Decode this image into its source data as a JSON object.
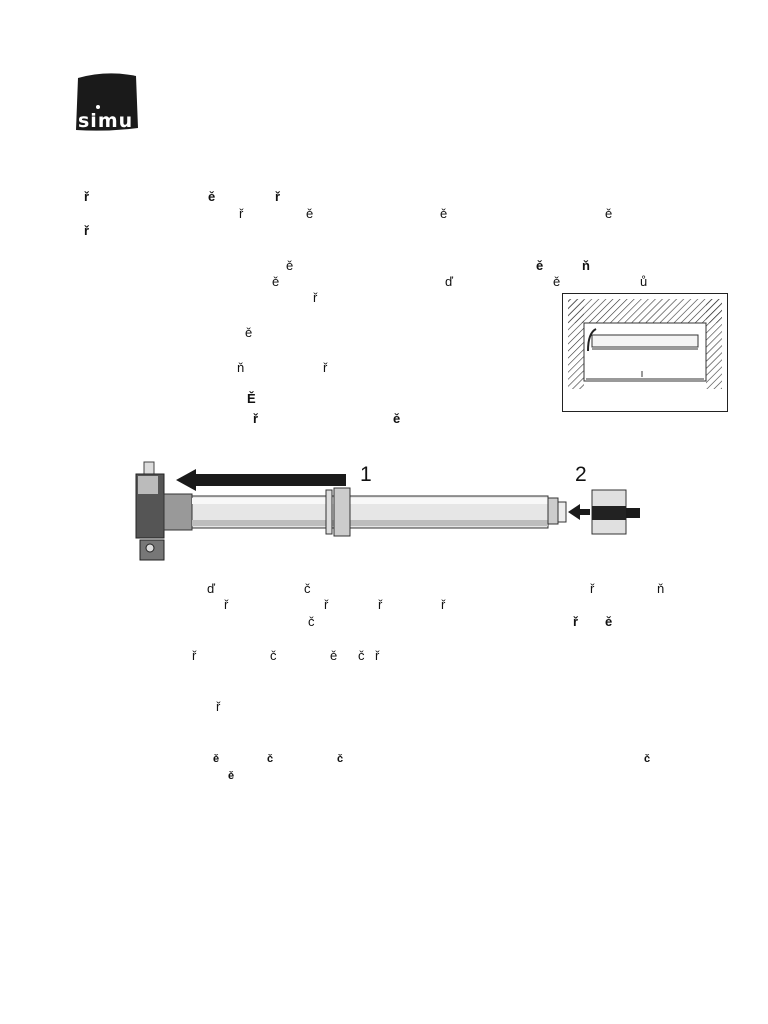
{
  "brand": {
    "logo_text": "simu"
  },
  "intro": [
    {
      "t": "ř"
    },
    {
      "t": "ě"
    },
    {
      "t": "ř"
    },
    {
      "t": "ř"
    },
    {
      "t": "ě"
    },
    {
      "t": "ě"
    },
    {
      "t": "ě"
    },
    {
      "t": "ř"
    }
  ],
  "notes": [
    {
      "t": "ě"
    },
    {
      "t": "ě"
    },
    {
      "t": "ň"
    },
    {
      "t": "ě"
    },
    {
      "t": "ď"
    },
    {
      "t": "ě"
    },
    {
      "t": "ů"
    },
    {
      "t": "ř"
    },
    {
      "t": "ě"
    },
    {
      "t": "ň"
    },
    {
      "t": "ř"
    },
    {
      "t": "Ě"
    },
    {
      "t": "ř"
    },
    {
      "t": "ě"
    }
  ],
  "figure": {
    "step1": "1",
    "step2": "2"
  },
  "steps": [
    {
      "t": "ď"
    },
    {
      "t": "č"
    },
    {
      "t": "ř"
    },
    {
      "t": "ň"
    },
    {
      "t": "ř"
    },
    {
      "t": "ř"
    },
    {
      "t": "ř"
    },
    {
      "t": "ř"
    },
    {
      "t": "č"
    },
    {
      "t": "ř"
    },
    {
      "t": "ě"
    },
    {
      "t": "ř"
    },
    {
      "t": "č"
    },
    {
      "t": "ě"
    },
    {
      "t": "č"
    },
    {
      "t": "ř"
    },
    {
      "t": "ř"
    },
    {
      "t": "ě"
    },
    {
      "t": "č"
    },
    {
      "t": "č"
    },
    {
      "t": "č"
    },
    {
      "t": "ě"
    }
  ]
}
